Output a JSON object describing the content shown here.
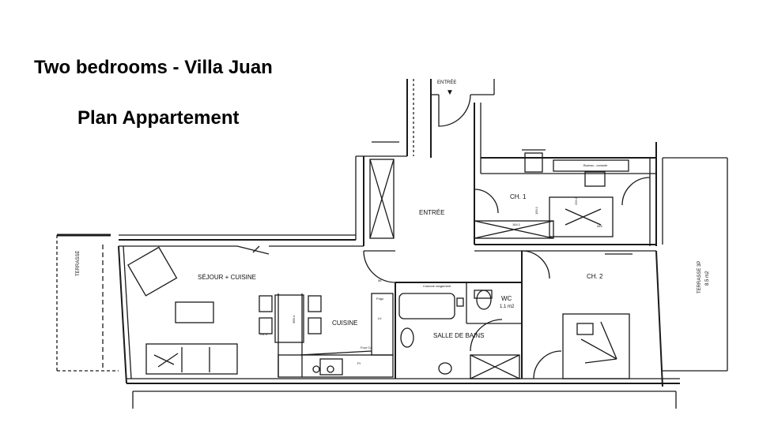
{
  "header": {
    "title": "Two bedrooms - Villa Juan",
    "subtitle": "Plan Appartement"
  },
  "rooms": {
    "entree_top": "ENTRÉE",
    "entree_hall": "ENTRÉE",
    "ch1": "CH. 1",
    "ch2": "CH. 2",
    "sejour": "SÉJOUR + CUISINE",
    "cuisine": "CUISINE",
    "wc": "WC",
    "wc_area": "1.1 m2",
    "salle_de_bains": "SALLE DE BAINS",
    "terrasse_left": "TERRASSE",
    "terrasse_right": "TERRASSE 3P",
    "terrasse_right_area": "8.5 m2"
  },
  "dimensions": {
    "d1": "159.1",
    "d2": "220.2",
    "d3": "164.1",
    "d4": "283",
    "d5": "56",
    "d6": "368.4",
    "d7": "T01.3"
  },
  "labels": {
    "bureau": "Bureau - console",
    "frigo": "Frigo",
    "lv": "LV",
    "four": "Four Ca",
    "lave": "LV",
    "plaque": "PI",
    "meuble": "Colonne rangement"
  },
  "colors": {
    "line": "#1a1a1a",
    "background": "#ffffff"
  }
}
